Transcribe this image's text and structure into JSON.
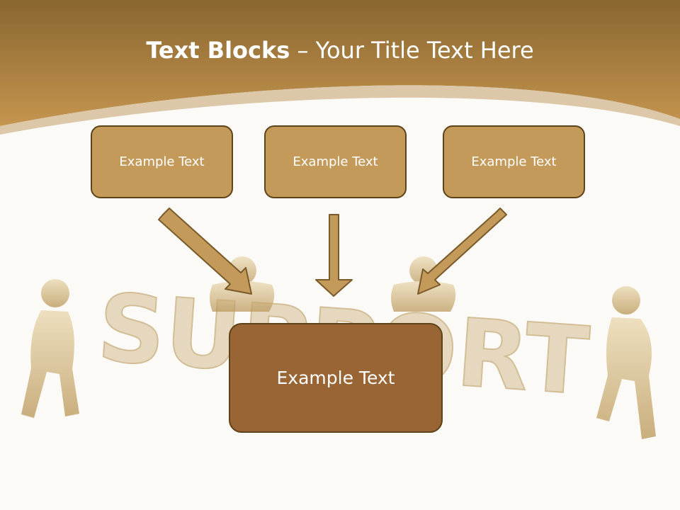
{
  "title": {
    "bold": "Text Blocks",
    "dash": " – ",
    "rest": "Your Title Text Here"
  },
  "blocks": [
    {
      "label": "Example Text"
    },
    {
      "label": "Example Text"
    },
    {
      "label": "Example Text"
    }
  ],
  "target": {
    "label": "Example Text"
  },
  "background_word": "SUPPORT",
  "colors": {
    "header_dark": "#8a6630",
    "header_light": "#c4954f",
    "block_fill": "#c39a5a",
    "target_fill": "#9a6535",
    "border": "#5e4318",
    "arrow_fill": "#c39a5a",
    "arrow_stroke": "#7a5a2a",
    "figure_gold": "#c9a86a"
  }
}
